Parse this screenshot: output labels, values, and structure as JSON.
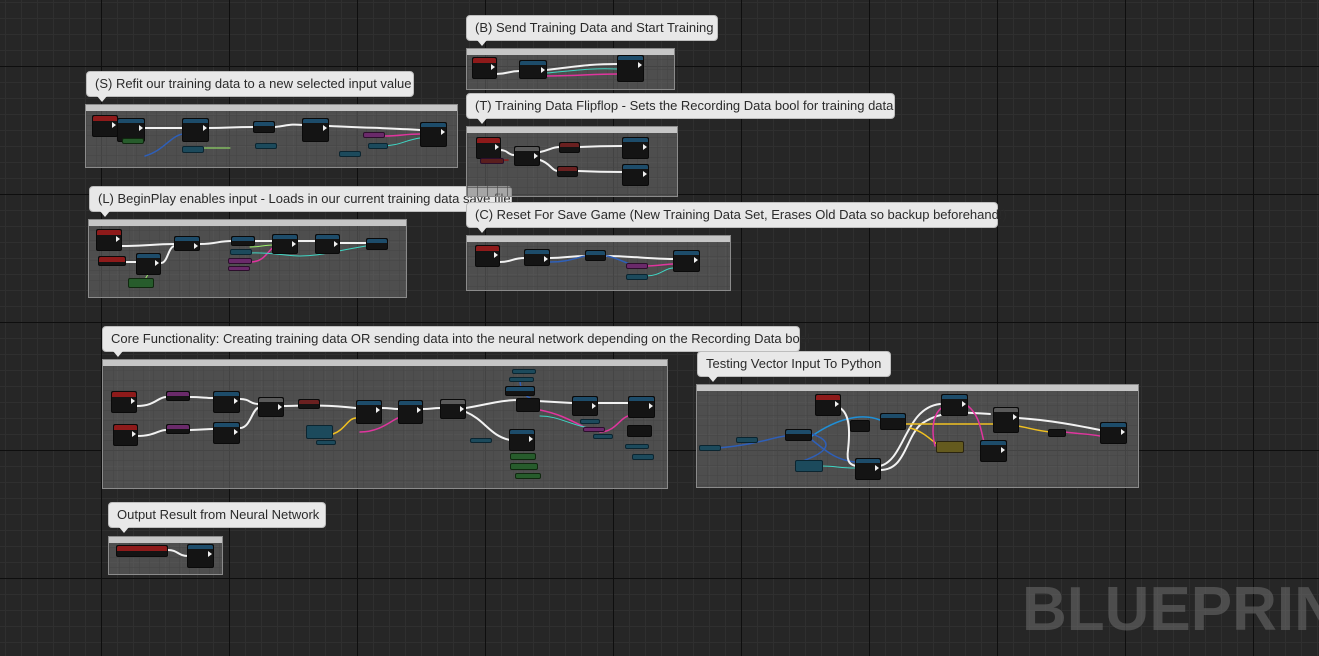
{
  "app": {
    "watermark": "BLUEPRINT"
  },
  "comments": {
    "send_training": "(B) Send Training Data and Start Training",
    "refit": "(S) Refit our training data to a new selected input value",
    "flipflop": "(T) Training Data Flipflop - Sets the Recording Data bool for training data",
    "beginplay": "(L) BeginPlay enables input - Loads in our current training data save file",
    "reset": "(C) Reset For Save Game (New Training Data Set, Erases Old Data so backup beforehand!)",
    "core": "Core Functionality: Creating training data OR sending data into the neural network depending on the Recording Data bool",
    "vector_test": "Testing Vector Input To Python",
    "output": "Output Result from Neural Network"
  },
  "colors": {
    "exec_wire": "#f2f2f2",
    "object_wire": "#1f8fd6",
    "struct_wire": "#2e5fb8",
    "string_wire": "#e0359e",
    "bool_wire": "#8c1a1a",
    "float_wire": "#9cf06a",
    "vector_wire": "#f0c020",
    "int_wire": "#3fd6c4",
    "event_header": "#8e1a1a",
    "function_header": "#1d4c6a"
  }
}
